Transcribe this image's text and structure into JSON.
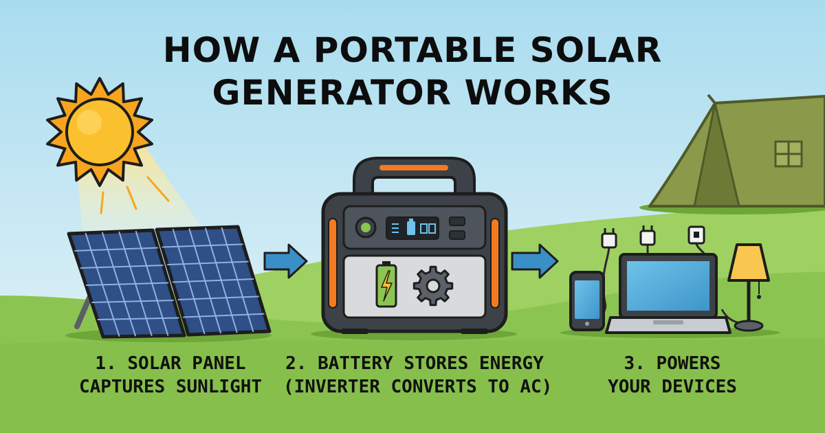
{
  "title": {
    "line1": "HOW A PORTABLE SOLAR",
    "line2": "GENERATOR WORKS"
  },
  "steps": [
    {
      "line1": "1. SOLAR PANEL",
      "line2": "CAPTURES SUNLIGHT"
    },
    {
      "line1": "2. BATTERY STORES ENERGY",
      "line2": "(INVERTER CONVERTS TO AC)"
    },
    {
      "line1": "3. POWERS",
      "line2": "YOUR DEVICES"
    }
  ],
  "colors": {
    "sky_top": "#a9dcef",
    "sky_bottom": "#e9f5f8",
    "grass": "#8cc451",
    "grass_dark": "#6fa63a",
    "sun": "#fbc02d",
    "sun_ray": "#f7a51f",
    "panel": "#2f4f86",
    "generator_body": "#3d4248",
    "generator_accent": "#f27b21",
    "arrow": "#3b8fc7",
    "tent": "#8a9a4a",
    "lamp_shade": "#f9c74f"
  },
  "icons": [
    "sun-icon",
    "solar-panel-icon",
    "arrow-right-icon",
    "generator-icon",
    "battery-icon",
    "gear-icon",
    "plug-icon",
    "phone-icon",
    "laptop-icon",
    "lamp-icon",
    "tent-icon"
  ]
}
